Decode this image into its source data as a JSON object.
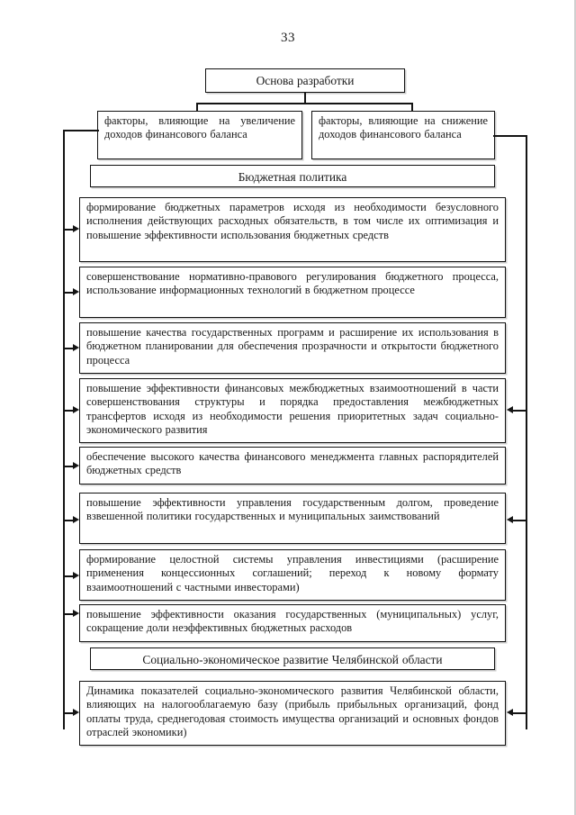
{
  "page": {
    "number": "33"
  },
  "diagram": {
    "root": {
      "label": "Основа разработки"
    },
    "factors": [
      {
        "label": "факторы, влияющие на увеличение доходов финансового баланса"
      },
      {
        "label": "факторы, влияющие на снижение доходов финансового баланса"
      }
    ],
    "sections": [
      {
        "header": "Бюджетная политика",
        "items": [
          {
            "text": "формирование бюджетных параметров исходя из необходимости безусловного исполнения действующих расходных обязательств, в том числе их оптимизация и повышение эффективности использования бюджетных средств"
          },
          {
            "text": "совершенствование нормативно-правового регулирования бюджетного процесса, использование информационных технологий в бюджетном процессе"
          },
          {
            "text": "повышение качества государственных программ и расширение их использования в бюджетном планировании для обеспечения прозрачности и открытости бюджетного процесса"
          },
          {
            "text": "повышение эффективности финансовых межбюджетных взаимоотношений в части совершенствования структуры и порядка предоставления межбюджетных трансфертов исходя из необходимости решения приоритетных задач социально-экономического развития"
          },
          {
            "text": "обеспечение высокого качества финансового менеджмента главных распорядителей бюджетных средств"
          },
          {
            "text": "повышение эффективности управления государственным долгом, проведение взвешенной политики государственных и муниципальных заимствований"
          },
          {
            "text": "формирование целостной системы управления инвестициями (расширение применения концессионных соглашений; переход к новому формату взаимоотношений с частными инвесторами)"
          },
          {
            "text": "повышение эффективности оказания государственных (муниципальных) услуг, сокращение доли неэффективных бюджетных расходов"
          }
        ]
      },
      {
        "header": "Социально-экономическое развитие Челябинской области",
        "items": [
          {
            "text": "Динамика показателей социально-экономического развития Челябинской области, влияющих на налогооблагаемую базу (прибыль прибыльных организаций, фонд оплаты труда, среднегодовая стоимость имущества организаций и основных фондов отраслей экономики)"
          }
        ]
      }
    ]
  }
}
